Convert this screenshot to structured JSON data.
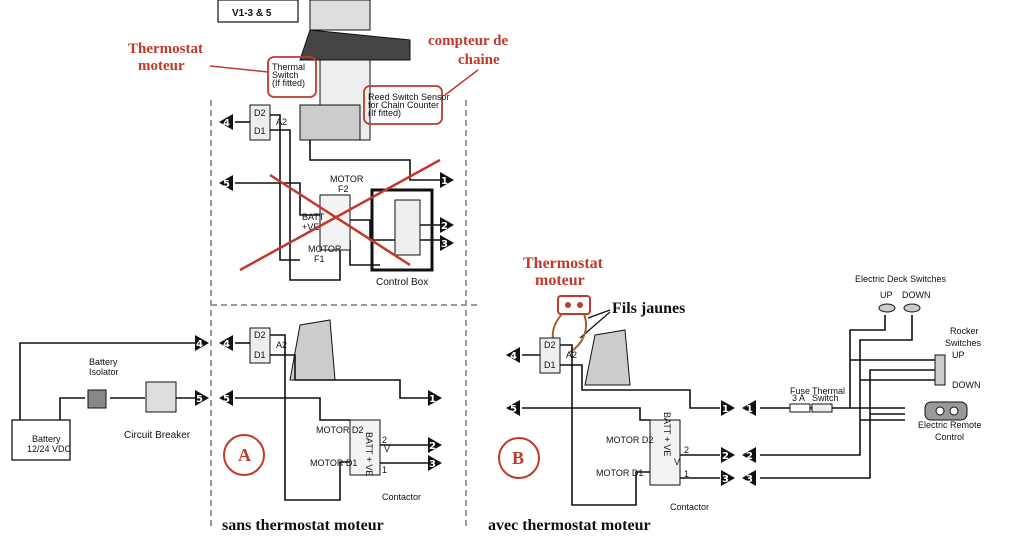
{
  "header_label": "V1-3 & 5",
  "annotations": {
    "thermostat_top": [
      "Thermostat",
      "moteur"
    ],
    "chain_counter": [
      "compteur de",
      "chaine"
    ],
    "thermostat_b": [
      "Thermostat",
      "moteur"
    ],
    "yellow_wires": "Fils jaunes",
    "caption_a": "sans thermostat moteur",
    "caption_b": "avec thermostat moteur",
    "marker_a": "A",
    "marker_b": "B"
  },
  "top_diagram": {
    "thermal_switch": [
      "Thermal",
      "Switch",
      "(If fitted)"
    ],
    "reed_switch": [
      "Reed Switch Sensor",
      "for Chain Counter",
      "(If fitted)"
    ],
    "d2": "D2",
    "a2": "A2",
    "d1": "D1",
    "motor_f2": [
      "MOTOR",
      "F2"
    ],
    "batt": [
      "BATT",
      "+VE"
    ],
    "motor_f1": [
      "MOTOR",
      "F1"
    ],
    "control_box": "Control Box",
    "terminals_left": [
      "4",
      "5"
    ],
    "terminals_right": [
      "1",
      "2",
      "3"
    ]
  },
  "diagram_a": {
    "d2": "D2",
    "a2": "A2",
    "d1": "D1",
    "motor_d2": "MOTOR D2",
    "motor_d1": "MOTOR D1",
    "batt_ve": "BATT + VE",
    "v": "V",
    "t2": "2",
    "t1": "1",
    "contactor": "Contactor",
    "terminals_left": [
      "4",
      "5"
    ],
    "terminals_right": [
      "1",
      "2",
      "3"
    ]
  },
  "battery_side": {
    "battery_isolator": [
      "Battery",
      "Isolator"
    ],
    "battery": [
      "Battery",
      "12/24 VDC"
    ],
    "circuit_breaker": "Circuit Breaker",
    "terminals": [
      "4",
      "5"
    ]
  },
  "diagram_b": {
    "d2": "D2",
    "a2": "A2",
    "d1": "D1",
    "motor_d2": "MOTOR D2",
    "motor_d1": "MOTOR D1",
    "batt_ve": "BATT + VE",
    "v": "V",
    "t2": "2",
    "t1": "1",
    "contactor": "Contactor",
    "terminals_left": [
      "4",
      "5"
    ],
    "terminals_right": [
      "1",
      "2",
      "3"
    ],
    "fuse": [
      "Fuse",
      "3 A"
    ],
    "thermal_switch": [
      "Thermal",
      "Switch"
    ],
    "electric_deck_switches": "Electric Deck Switches",
    "up": "UP",
    "down": "DOWN",
    "rocker_switches": [
      "Rocker",
      "Switches"
    ],
    "electric_remote_control": [
      "Electric Remote",
      "Control"
    ]
  },
  "colors": {
    "annotation_red": "#c0392b",
    "wire": "#111111",
    "dash": "#9a9a9a",
    "yellow_wire": "#a0622d"
  }
}
